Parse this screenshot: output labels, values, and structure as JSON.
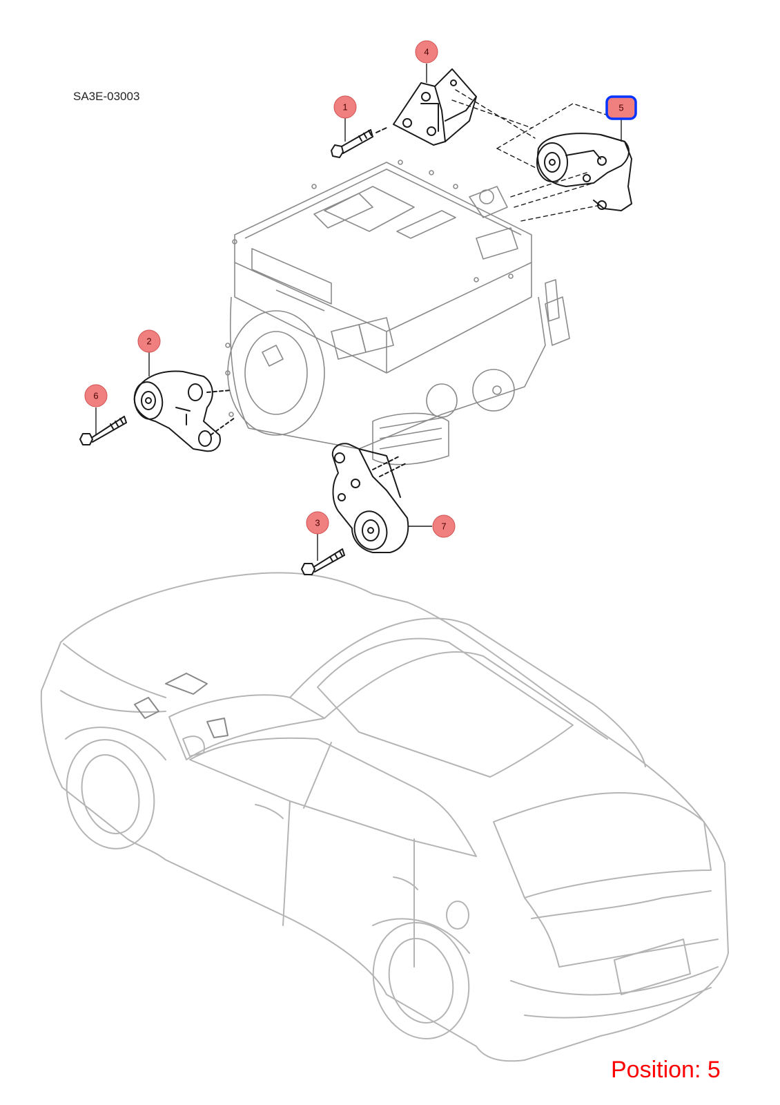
{
  "diagram_code": "SA3E-03003",
  "position": {
    "label": "Position:",
    "value": "5",
    "color": "#ff0000"
  },
  "callouts": [
    {
      "number": "1",
      "selected": false
    },
    {
      "number": "2",
      "selected": false
    },
    {
      "number": "3",
      "selected": false
    },
    {
      "number": "4",
      "selected": false
    },
    {
      "number": "5",
      "selected": true
    },
    {
      "number": "6",
      "selected": false
    },
    {
      "number": "7",
      "selected": false
    }
  ],
  "colors": {
    "callout_fill": "#f08080",
    "callout_stroke": "#d05050",
    "selected_stroke": "#0033ff",
    "part_stroke": "#1a1a1a",
    "motor_stroke": "#8a8a8a",
    "vehicle_stroke": "#b4b4b4"
  }
}
